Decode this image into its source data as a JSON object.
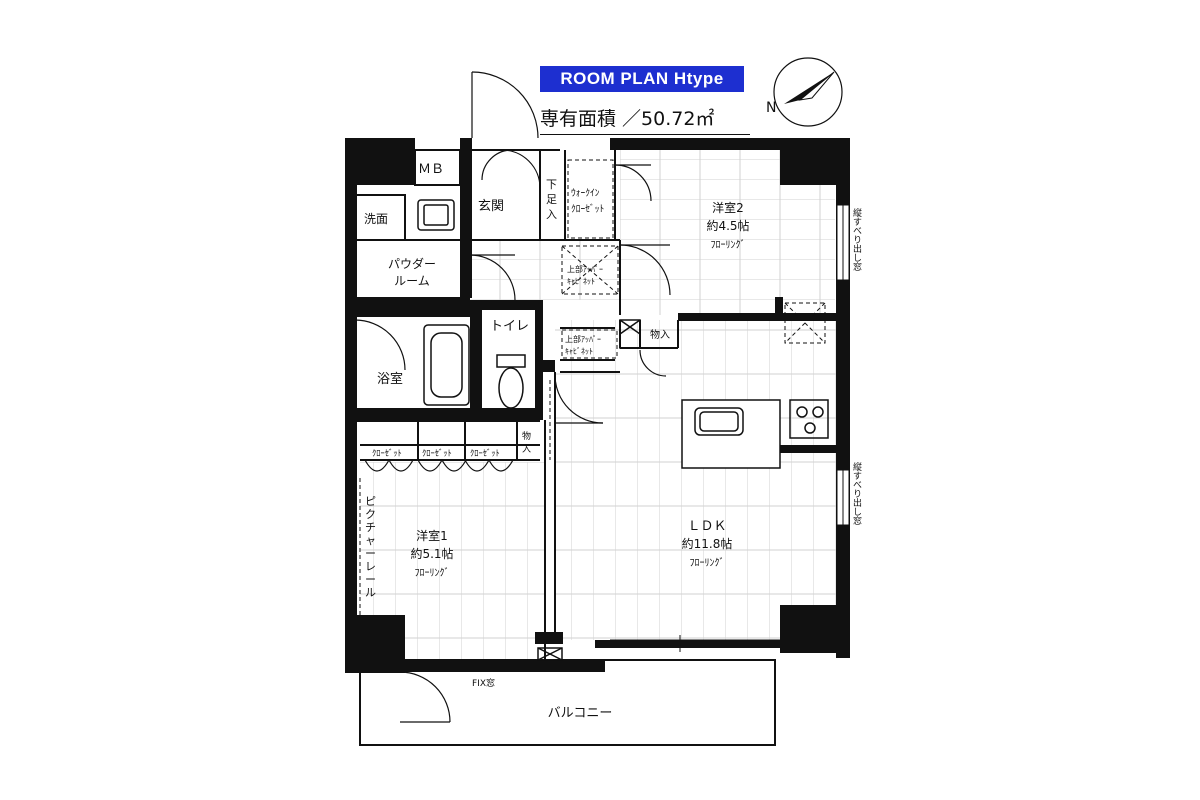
{
  "header": {
    "badge": "ROOM PLAN  Htype",
    "area": "専有面積 ／50.72㎡"
  },
  "compass": {
    "label": "N"
  },
  "rooms": {
    "mb": "ＭＢ",
    "entrance": "玄関",
    "shoe": [
      "下",
      "足",
      "入"
    ],
    "walkin": [
      "ｳｫｰｸｲﾝ",
      "ｸﾛｰｾﾞｯﾄ"
    ],
    "western2": [
      "洋室2",
      "約4.5帖",
      "ﾌﾛｰﾘﾝｸﾞ"
    ],
    "washer": "洗面",
    "powder": [
      "パウダー",
      "ルーム"
    ],
    "upper_cab1": [
      "上部ｱｯﾊﾟｰ",
      "ｷｬﾋﾞﾈｯﾄ"
    ],
    "upper_cab2": [
      "上部ｱｯﾊﾟｰ",
      "ｷｬﾋﾞﾈｯﾄ"
    ],
    "toilet": "トイレ",
    "storage_small": "物入",
    "bath": "浴室",
    "closets": [
      "ｸﾛｰｾﾞｯﾄ",
      "ｸﾛｰｾﾞｯﾄ",
      "ｸﾛｰｾﾞｯﾄ"
    ],
    "storage_closet": [
      "物",
      "入"
    ],
    "picture_rail": [
      "ピ",
      "ク",
      "チ",
      "ャ",
      "ー",
      "レ",
      "ー",
      "ル"
    ],
    "western1": [
      "洋室1",
      "約5.1帖",
      "ﾌﾛｰﾘﾝｸﾞ"
    ],
    "ldk": [
      "ＬＤＫ",
      "約11.8帖",
      "ﾌﾛｰﾘﾝｸﾞ"
    ],
    "window_vertical": "縦すべり出し窓",
    "fix_window": "FIX窓",
    "balcony": "バルコニー"
  }
}
